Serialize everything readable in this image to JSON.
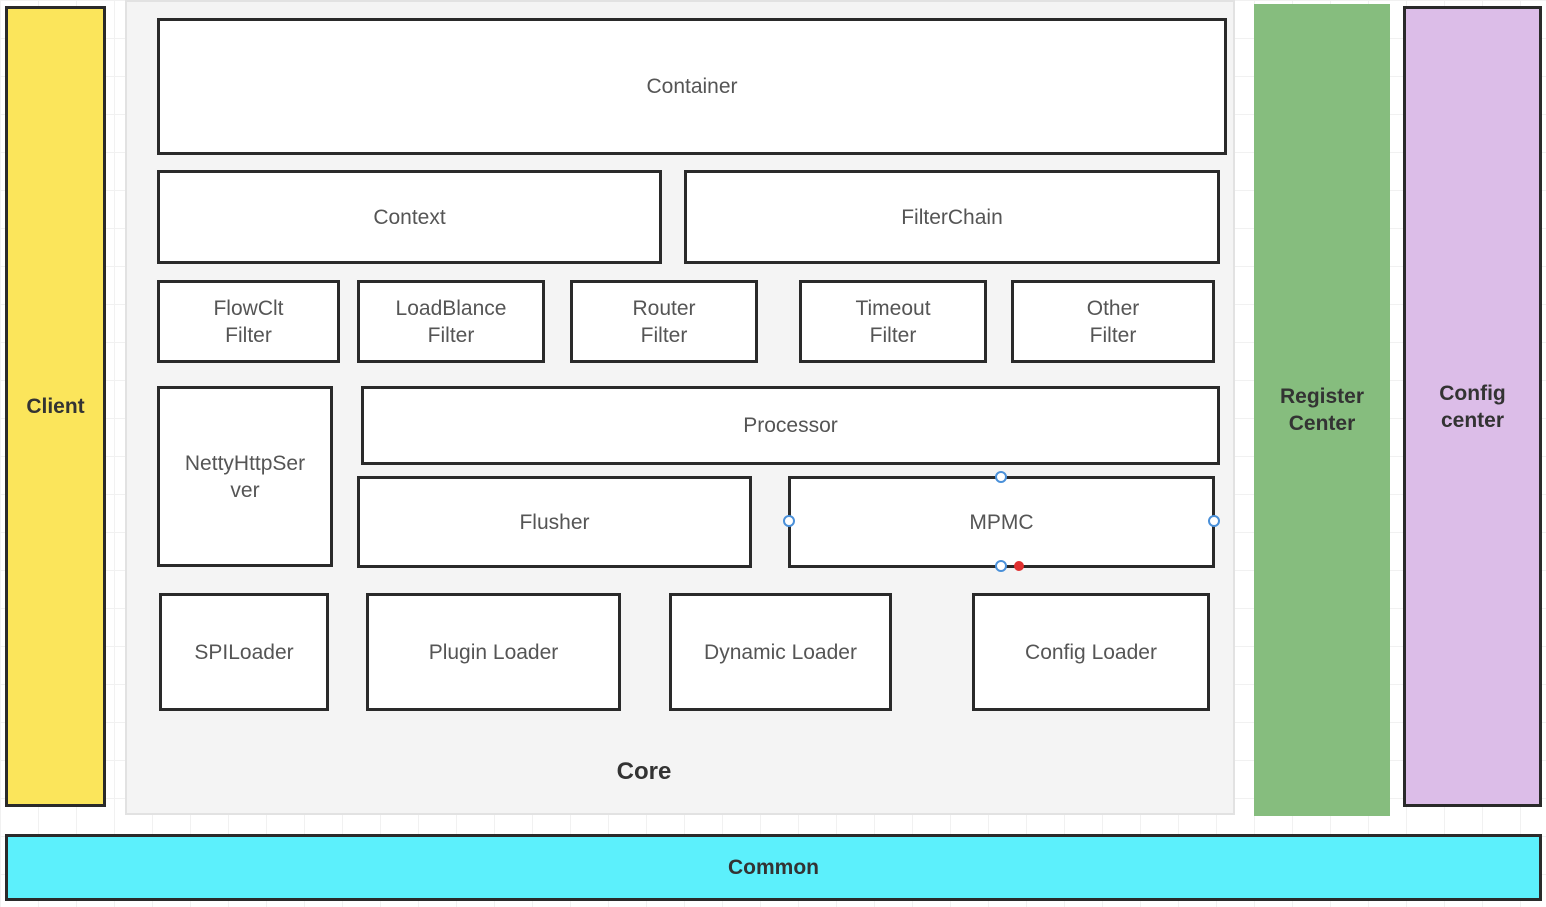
{
  "colors": {
    "client": "#fbe55b",
    "register_center": "#86bd7e",
    "config_center": "#dcbde8",
    "common": "#5cf0fc"
  },
  "client": {
    "label": "Client"
  },
  "core": {
    "label": "Core",
    "container": "Container",
    "context": "Context",
    "filter_chain": "FilterChain",
    "filters": [
      "FlowClt\nFilter",
      "LoadBlance\nFilter",
      "Router\nFilter",
      "Timeout\nFilter",
      "Other\nFilter"
    ],
    "netty_server": "NettyHttpSer\nver",
    "processor": "Processor",
    "flusher": "Flusher",
    "mpmc": "MPMC",
    "loaders": [
      "SPILoader",
      "Plugin Loader",
      "Dynamic Loader",
      "Config Loader"
    ]
  },
  "register_center": {
    "label": "Register\nCenter"
  },
  "config_center": {
    "label": "Config\ncenter"
  },
  "common": {
    "label": "Common"
  }
}
